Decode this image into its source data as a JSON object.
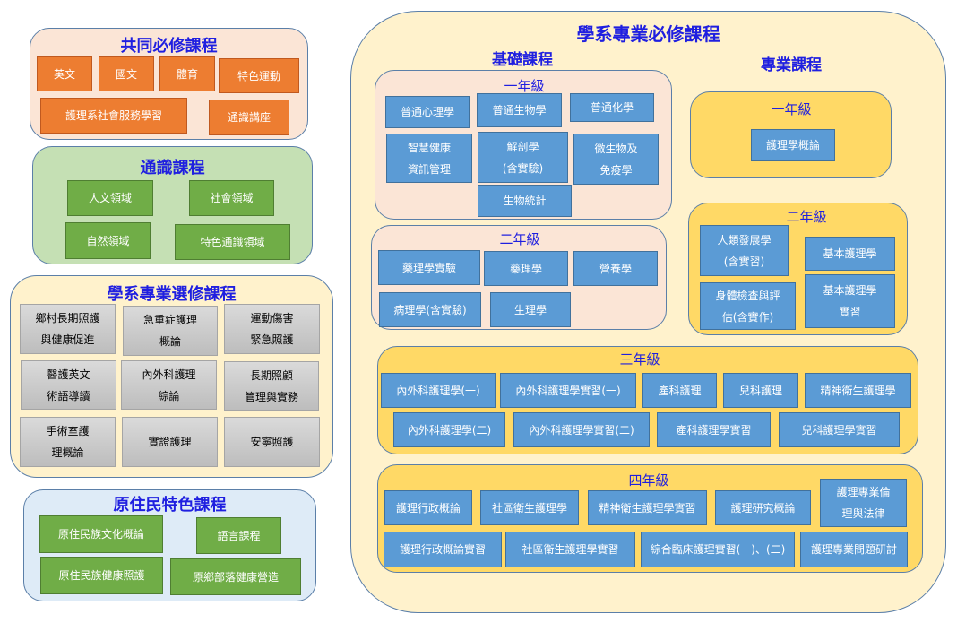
{
  "common_required": {
    "title": "共同必修課程",
    "items": [
      "英文",
      "國文",
      "體育",
      "特色運動",
      "護理系社會服務學習",
      "通識講座"
    ]
  },
  "general_ed": {
    "title": "通識課程",
    "items": [
      "人文領域",
      "社會領域",
      "自然領域",
      "特色通識領域"
    ]
  },
  "electives": {
    "title": "學系專業選修課程",
    "items": [
      "鄉村長期照護\n與健康促進",
      "急重症護理\n概論",
      "運動傷害\n緊急照護",
      "醫護英文\n術語導讀",
      "內外科護理\n綜論",
      "長期照顧\n管理與實務",
      "手術室護\n理概論",
      "實證護理",
      "安寧照護"
    ]
  },
  "indigenous": {
    "title": "原住民特色課程",
    "items": [
      "原住民族文化概論",
      "語言課程",
      "原住民族健康照護",
      "原鄉部落健康營造"
    ]
  },
  "major_required": {
    "title": "學系專業必修課程",
    "basic": {
      "title": "基礎課程",
      "year1": {
        "label": "一年級",
        "items": [
          "普通心理學",
          "普通生物學",
          "普通化學",
          "智慧健康\n資訊管理",
          "解剖學\n(含實驗)",
          "微生物及\n免疫學",
          "生物統計"
        ]
      },
      "year2": {
        "label": "二年級",
        "items": [
          "藥理學實驗",
          "藥理學",
          "營養學",
          "病理學(含實驗)",
          "生理學"
        ]
      }
    },
    "professional": {
      "title": "專業課程",
      "year1": {
        "label": "一年級",
        "items": [
          "護理學概論"
        ]
      },
      "year2": {
        "label": "二年級",
        "items": [
          "人類發展學\n(含實習)",
          "基本護理學",
          "身體檢查與評\n估(含實作)",
          "基本護理學\n實習"
        ]
      }
    },
    "year3": {
      "label": "三年級",
      "items": [
        "內外科護理學(一)",
        "內外科護理學實習(一)",
        "產科護理",
        "兒科護理",
        "精神衛生護理學",
        "內外科護理學(二)",
        "內外科護理學實習(二)",
        "產科護理學實習",
        "兒科護理學實習"
      ]
    },
    "year4": {
      "label": "四年級",
      "items": [
        "護理行政概論",
        "社區衛生護理學",
        "精神衛生護理學實習",
        "護理研究概論",
        "護理專業倫\n理與法律",
        "護理行政概論實習",
        "社區衛生護理學實習",
        "綜合臨床護理實習(一)、(二)",
        "護理專業問題研討"
      ]
    }
  },
  "colors": {
    "orange": "#ed7d31",
    "green": "#70ad47",
    "blue": "#5b9bd5",
    "gray": "#d0d0d0",
    "title_blue": "#1f1fe0"
  }
}
